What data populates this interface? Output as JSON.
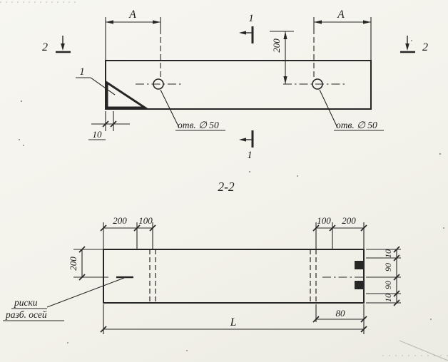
{
  "meta": {
    "paper_color": "#f4f3ee",
    "ink_color": "#262626"
  },
  "plan_view": {
    "dim_span_left_label": "А",
    "dim_span_right_label": "А",
    "section1_top_label": "1",
    "section1_bottom_label": "1",
    "section2_left_label": "2",
    "section2_right_label": "2",
    "dim_hole_offset": "200",
    "corner_detail_label": "1",
    "hole_left_label": "отв. ∅ 50",
    "hole_right_label": "отв. ∅ 50",
    "dim_edge": "10"
  },
  "section_view": {
    "title": "2-2",
    "dims_top_left": [
      "200",
      "100"
    ],
    "dims_top_right": [
      "100",
      "200"
    ],
    "dim_left_height": "200",
    "axis_note_line1": "риски",
    "axis_note_line2": "разб. осей",
    "dims_right": [
      "10",
      "90",
      "90",
      "10"
    ],
    "dim_groove": "80",
    "dim_length": "L"
  }
}
